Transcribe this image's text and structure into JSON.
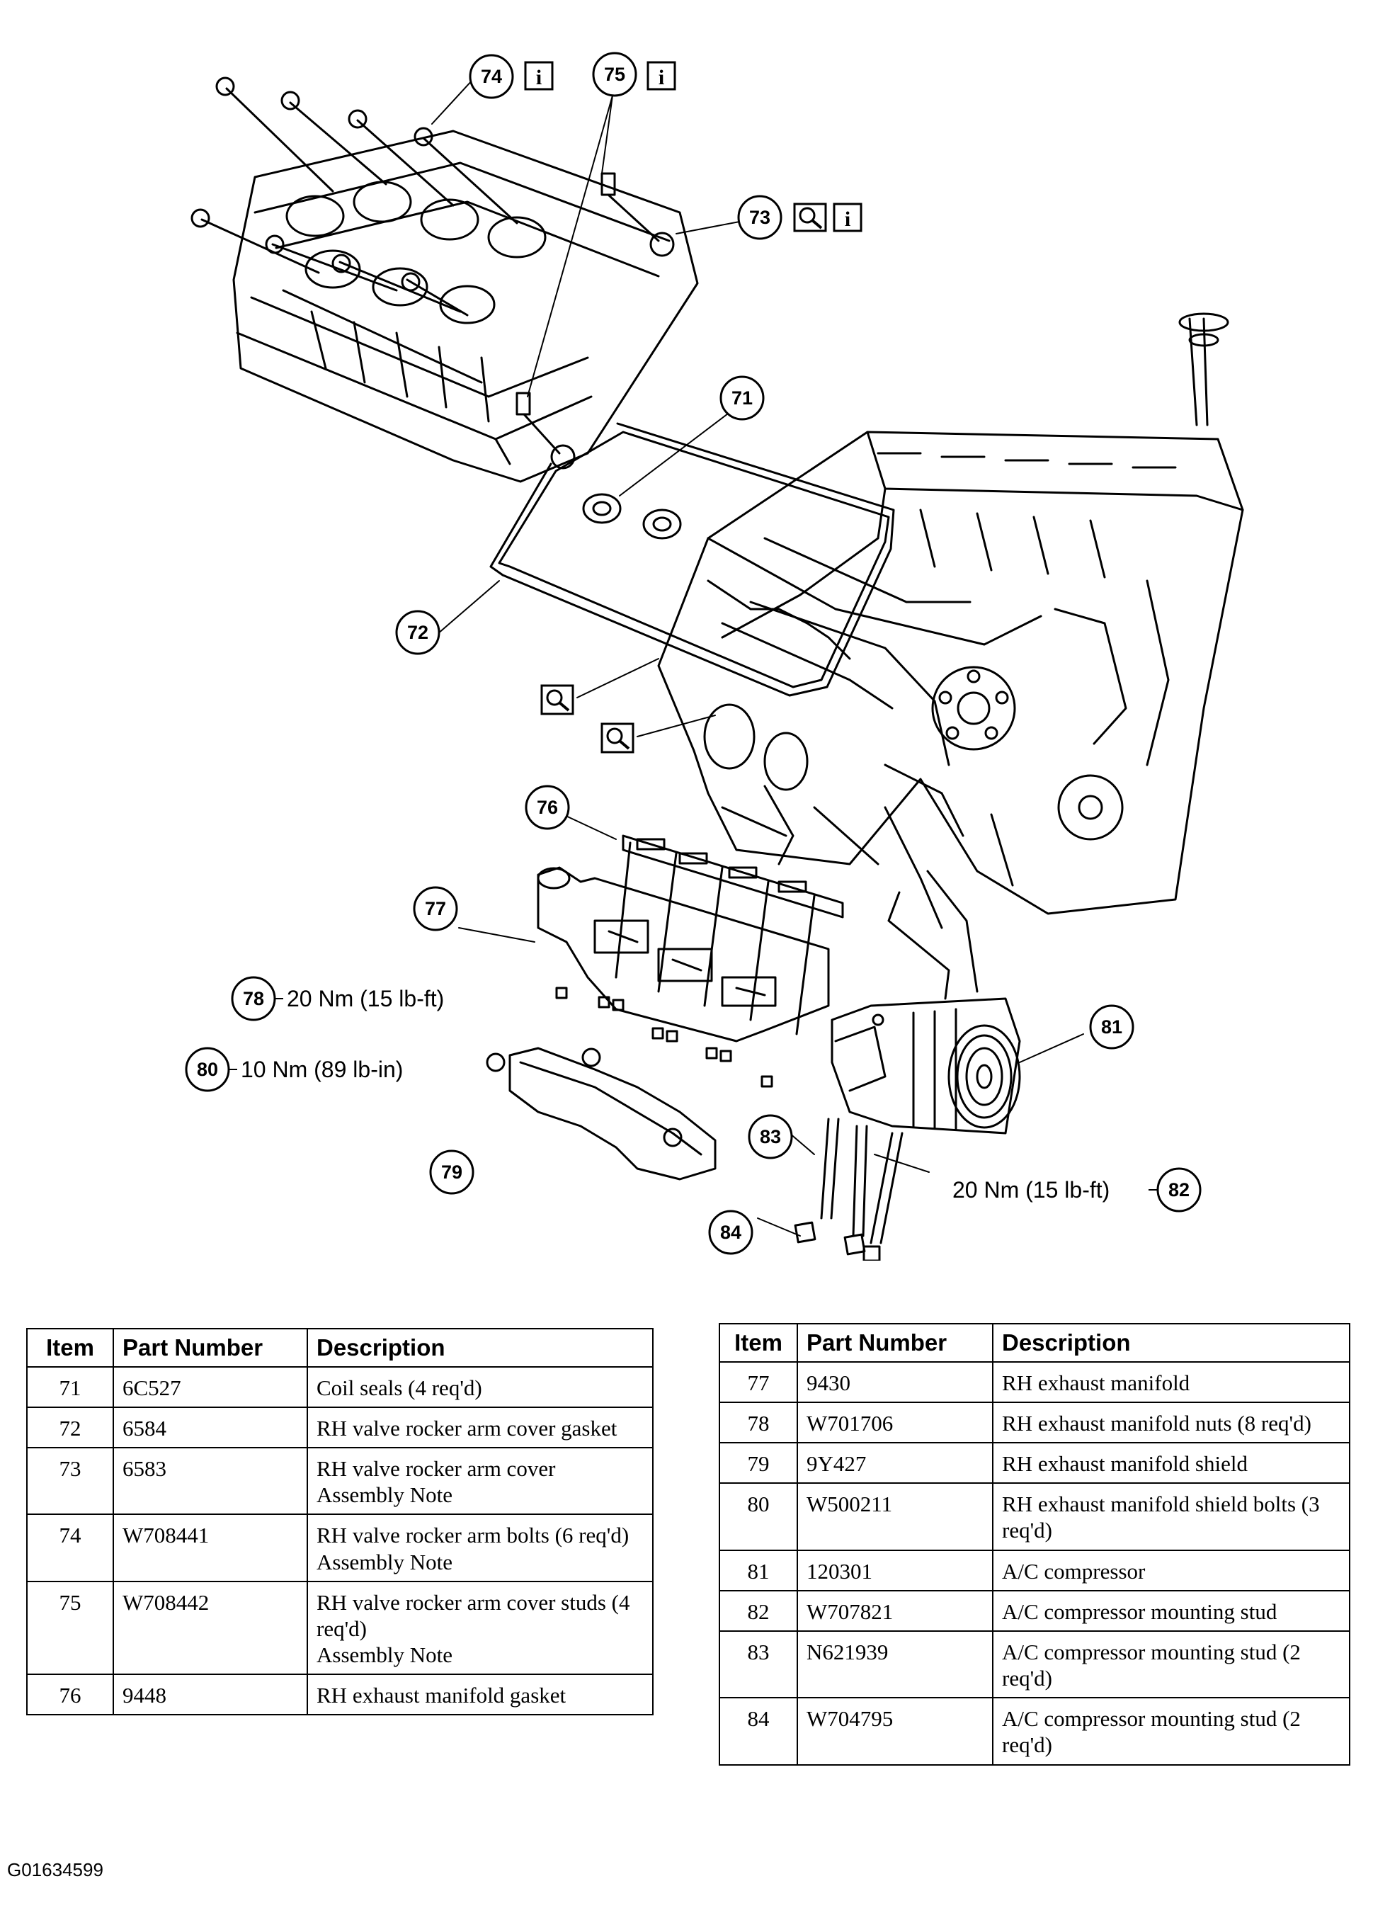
{
  "callouts": [
    {
      "item": "71"
    },
    {
      "item": "72"
    },
    {
      "item": "73"
    },
    {
      "item": "74"
    },
    {
      "item": "75"
    },
    {
      "item": "76"
    },
    {
      "item": "77"
    },
    {
      "item": "78"
    },
    {
      "item": "79"
    },
    {
      "item": "80"
    },
    {
      "item": "81"
    },
    {
      "item": "82"
    },
    {
      "item": "83"
    },
    {
      "item": "84"
    }
  ],
  "torque_specs": {
    "item_78": "20 Nm (15 lb-ft)",
    "item_80": "10 Nm (89 lb-in)",
    "item_82": "20 Nm (15 lb-ft)"
  },
  "info_icon_glyph": "i",
  "icons": [
    "info-icon",
    "magnifier-icon"
  ],
  "tables": {
    "headers": {
      "item": "Item",
      "part_number": "Part Number",
      "description": "Description"
    },
    "left": [
      {
        "item": "71",
        "part": "6C527",
        "desc": "Coil seals (4 req'd)",
        "note": ""
      },
      {
        "item": "72",
        "part": "6584",
        "desc": "RH valve rocker arm cover gasket",
        "note": ""
      },
      {
        "item": "73",
        "part": "6583",
        "desc": "RH valve rocker arm cover",
        "note": "Assembly Note"
      },
      {
        "item": "74",
        "part": "W708441",
        "desc": "RH valve rocker arm bolts (6 req'd)",
        "note": "Assembly Note"
      },
      {
        "item": "75",
        "part": "W708442",
        "desc": "RH valve rocker arm cover studs (4 req'd)",
        "note": "Assembly Note"
      },
      {
        "item": "76",
        "part": "9448",
        "desc": "RH exhaust manifold gasket",
        "note": ""
      }
    ],
    "right": [
      {
        "item": "77",
        "part": "9430",
        "desc": "RH exhaust manifold",
        "note": ""
      },
      {
        "item": "78",
        "part": "W701706",
        "desc": "RH exhaust manifold nuts (8 req'd)",
        "note": ""
      },
      {
        "item": "79",
        "part": "9Y427",
        "desc": "RH exhaust manifold shield",
        "note": ""
      },
      {
        "item": "80",
        "part": "W500211",
        "desc": "RH exhaust manifold shield bolts (3 req'd)",
        "note": ""
      },
      {
        "item": "81",
        "part": "120301",
        "desc": "A/C compressor",
        "note": ""
      },
      {
        "item": "82",
        "part": "W707821",
        "desc": "A/C compressor mounting stud",
        "note": ""
      },
      {
        "item": "83",
        "part": "N621939",
        "desc": "A/C compressor mounting stud (2 req'd)",
        "note": ""
      },
      {
        "item": "84",
        "part": "W704795",
        "desc": "A/C compressor mounting stud (2 req'd)",
        "note": ""
      }
    ]
  },
  "figure_id": "G01634599"
}
